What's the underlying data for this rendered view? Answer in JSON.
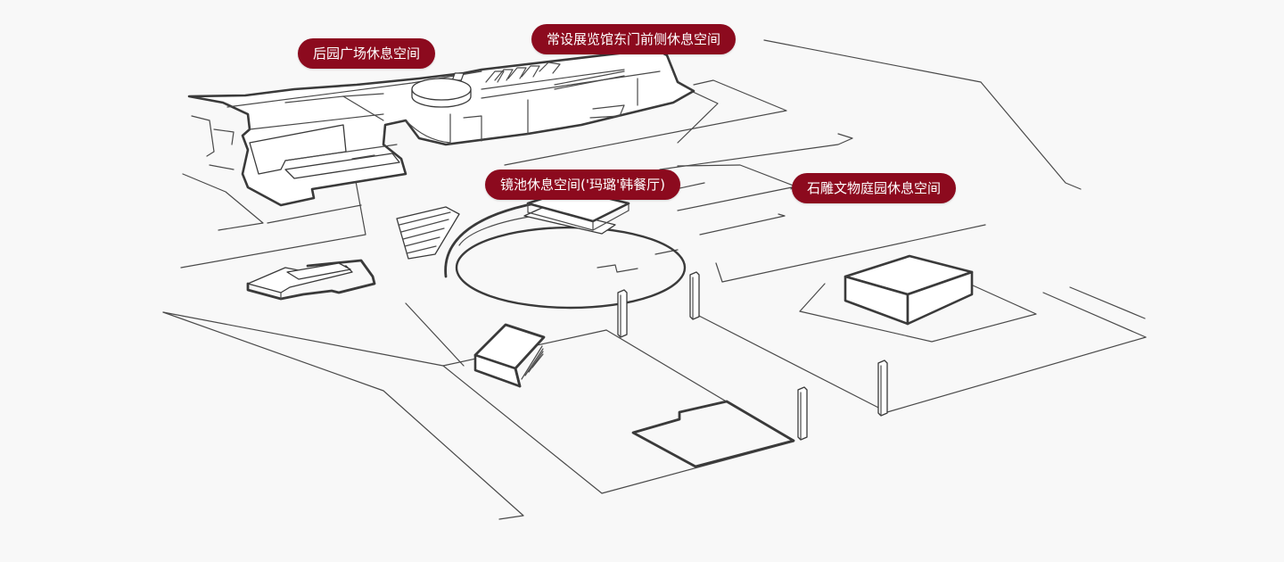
{
  "map": {
    "labels": {
      "back_garden": "后园广场休息空间",
      "east_gate": "常设展览馆东门前侧休息空间",
      "mirror_pond": "镜池休息空间('玛璐'韩餐厅)",
      "stone_garden": "石雕文物庭园休息空间"
    }
  },
  "colors": {
    "background": "#f8f8f8",
    "label_bg": "#8c0a1e",
    "label_text": "#ffffff",
    "line": "#4a4a4a"
  }
}
